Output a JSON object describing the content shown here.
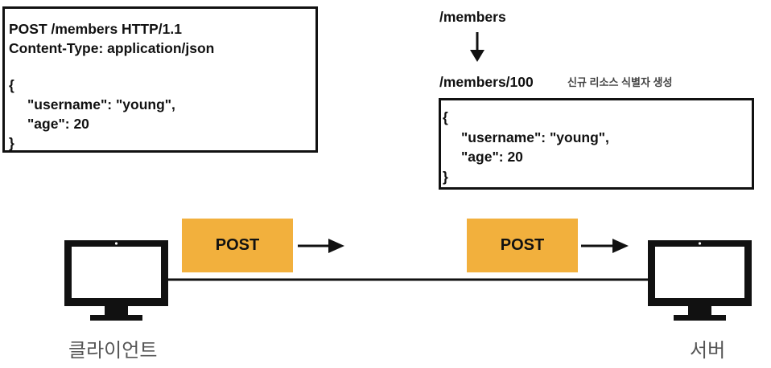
{
  "request": {
    "line1": "POST /members HTTP/1.1",
    "line2": "Content-Type: application/json",
    "open": "{",
    "username_key": "\"username\": ",
    "username_val": "\"young\",",
    "age_key": "\"age\": ",
    "age_val": "20",
    "close": "}"
  },
  "server_side": {
    "path": "/members",
    "new_path": "/members/100",
    "new_id_note": "신규 리소스 식별자 생성",
    "open": "{",
    "username_key": "\"username\": ",
    "username_val": "\"young\",",
    "age_key": "\"age\": ",
    "age_val": "20",
    "close": "}"
  },
  "flow": {
    "client_post": "POST",
    "server_post": "POST"
  },
  "labels": {
    "client": "클라이언트",
    "server": "서버"
  }
}
